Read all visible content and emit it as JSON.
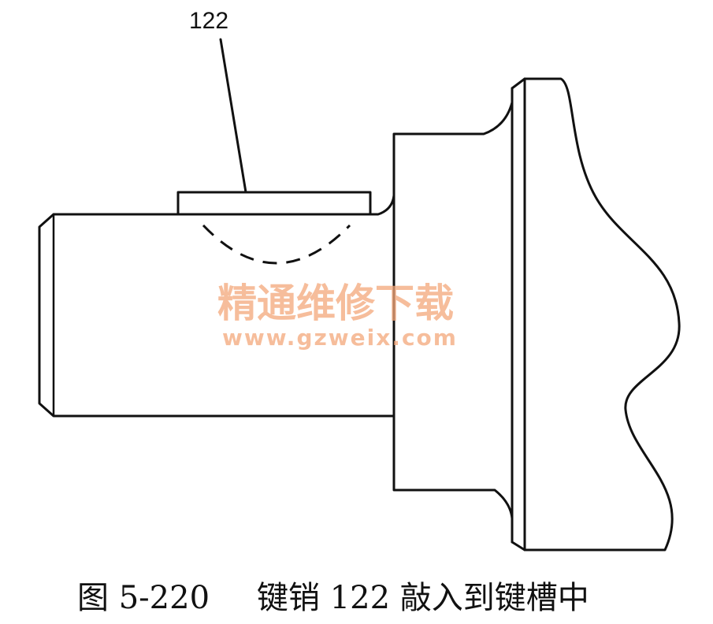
{
  "callout": {
    "label": "122"
  },
  "watermark": {
    "name": "精通维修下载",
    "url": "www.gzweix.com"
  },
  "caption": {
    "figure_number": "图 5-220",
    "text": "键销 122 敲入到键槽中"
  }
}
